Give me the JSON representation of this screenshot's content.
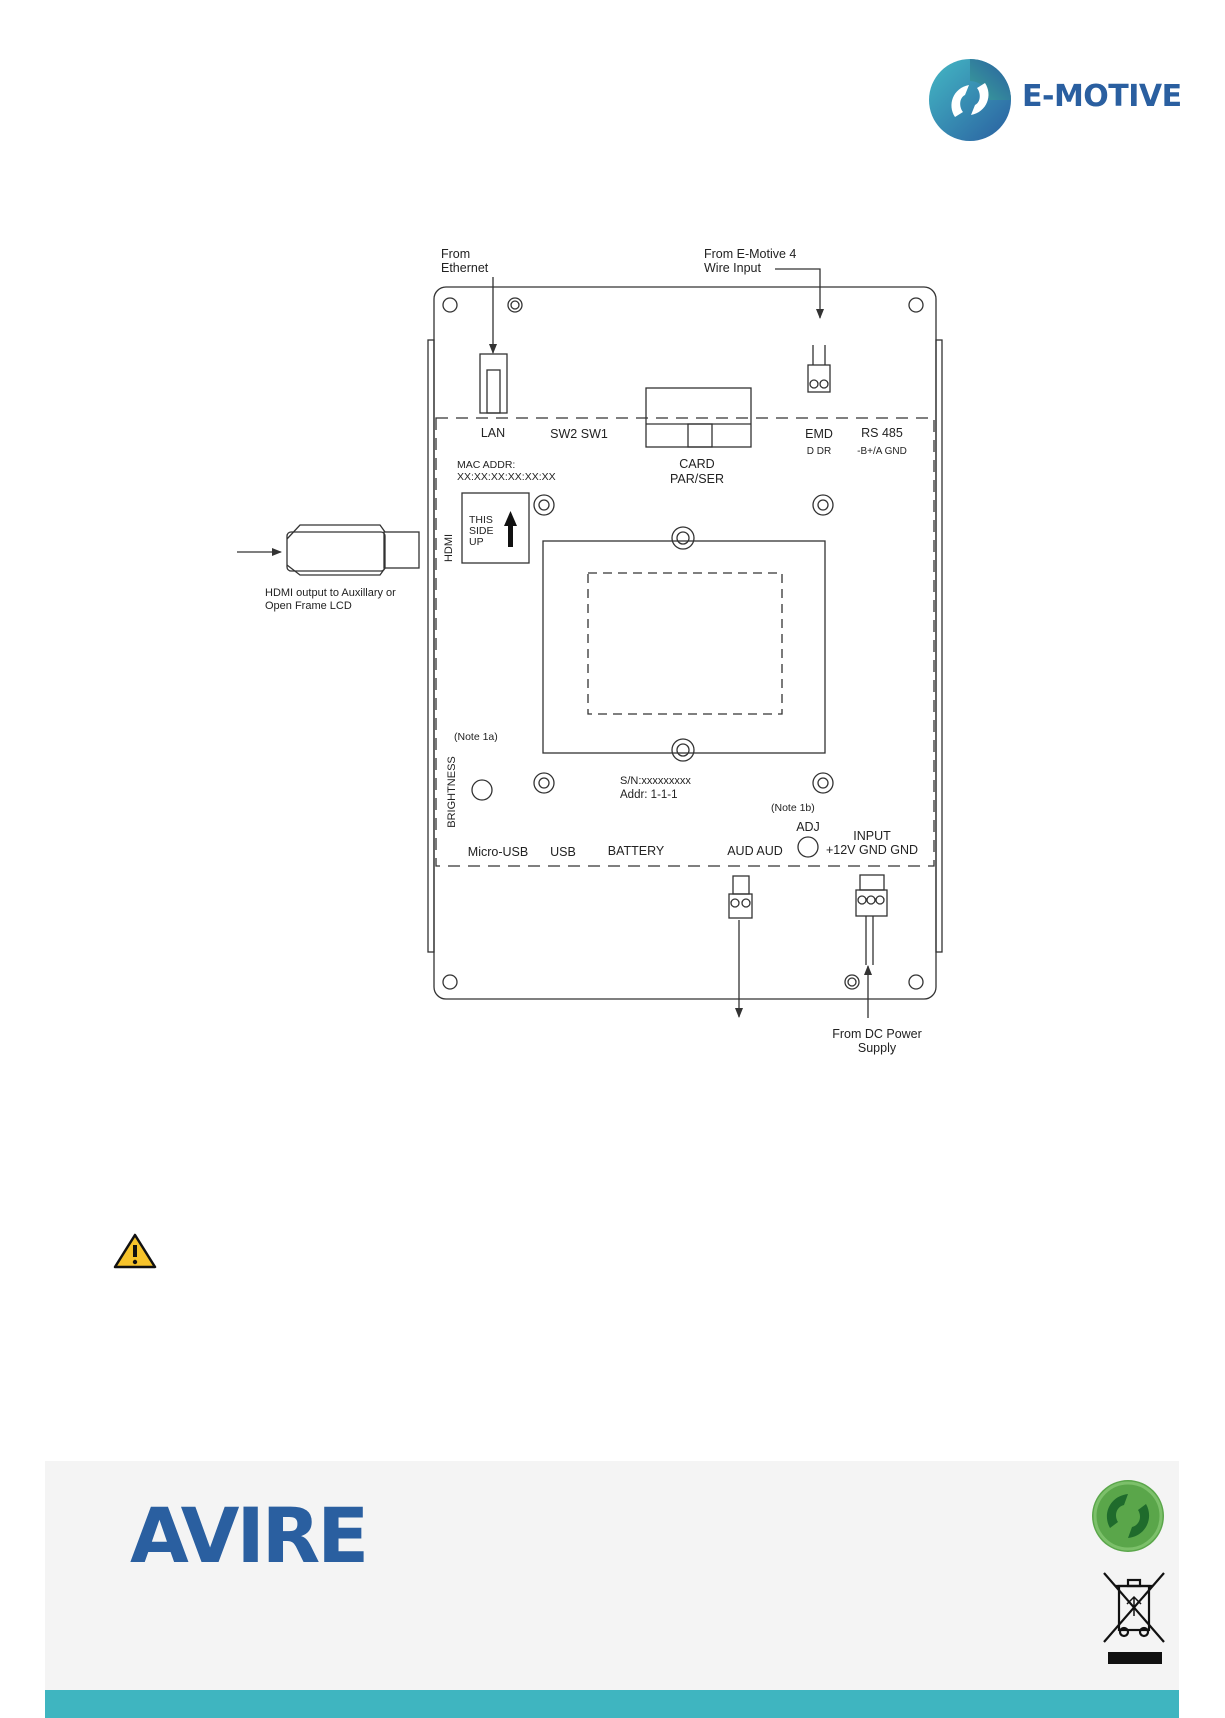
{
  "brand": {
    "header_logo_text": "E-MOTIVE",
    "footer_logo_text": "AVIRE"
  },
  "colors": {
    "brand_blue": "#2a5fa0",
    "teal": "#3fb5c0",
    "green": "#5aa64a",
    "line": "#333333",
    "footer_bg": "#f4f4f4"
  },
  "diagram": {
    "callouts": {
      "ethernet": [
        "From",
        "Ethernet"
      ],
      "wire_input": [
        "From E-Motive 4",
        "Wire Input"
      ],
      "hdmi_output": [
        "HDMI output to Auxillary or",
        "Open Frame LCD"
      ],
      "dc_power": [
        "From DC Power",
        "Supply"
      ]
    },
    "labels": {
      "lan": "LAN",
      "sw": "SW2 SW1",
      "emd": "EMD",
      "emd_pins": "D DR",
      "rs485": "RS 485",
      "rs485_pins": "-B+/A GND",
      "mac_addr": [
        "MAC ADDR:",
        "XX:XX:XX:XX:XX:XX"
      ],
      "card": [
        "CARD",
        "PAR/SER"
      ],
      "this_side_up": [
        "THIS",
        "SIDE",
        "UP"
      ],
      "hdmi": "HDMI",
      "note_1a": "(Note 1a)",
      "note_1b": "(Note 1b)",
      "brightness": "BRIGHTNESS",
      "sn": "S/N:xxxxxxxxx",
      "addr": "Addr: 1-1-1",
      "adj": "ADJ",
      "input": "INPUT",
      "input_pins": "+12V GND GND",
      "micro_usb": "Micro-USB",
      "usb": "USB",
      "battery": "BATTERY",
      "aud": "AUD AUD"
    }
  },
  "icons": [
    "e-motive-logo-icon",
    "warning-icon",
    "green-dot-recycling-icon",
    "weee-crossed-bin-icon"
  ]
}
